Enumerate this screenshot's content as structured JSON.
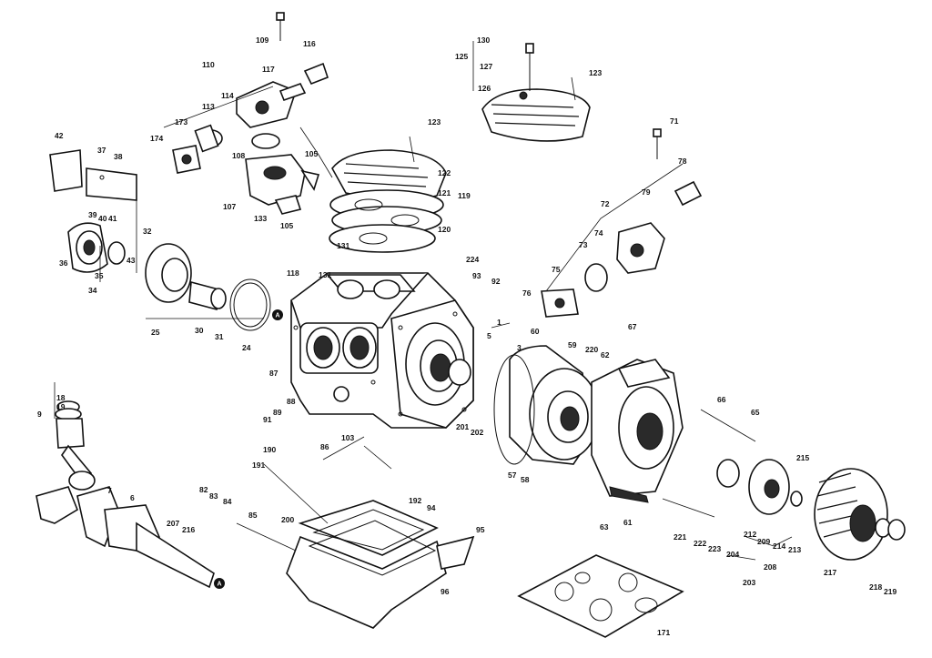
{
  "callouts": [
    "109",
    "116",
    "110",
    "117",
    "114",
    "113",
    "173",
    "174",
    "108",
    "107",
    "133",
    "105",
    "105",
    "42",
    "37",
    "38",
    "39",
    "40",
    "41",
    "32",
    "43",
    "36",
    "35",
    "34",
    "25",
    "30",
    "31",
    "24",
    "118",
    "131",
    "131",
    "224",
    "93",
    "92",
    "123",
    "122",
    "121",
    "119",
    "120",
    "125",
    "130",
    "127",
    "126",
    "123",
    "71",
    "78",
    "72",
    "79",
    "74",
    "73",
    "75",
    "76",
    "60",
    "67",
    "5",
    "1",
    "3",
    "59",
    "220",
    "62",
    "66",
    "65",
    "215",
    "87",
    "88",
    "89",
    "91",
    "86",
    "103",
    "201",
    "202",
    "57",
    "58",
    "63",
    "61",
    "204",
    "212",
    "209",
    "214",
    "213",
    "217",
    "218",
    "219",
    "221",
    "222",
    "223",
    "203",
    "208",
    "18",
    "19",
    "9",
    "7",
    "6",
    "207",
    "216",
    "82",
    "83",
    "84",
    "85",
    "200",
    "191",
    "190",
    "192",
    "94",
    "95",
    "96",
    "171"
  ],
  "markers": [
    "A",
    "A"
  ]
}
